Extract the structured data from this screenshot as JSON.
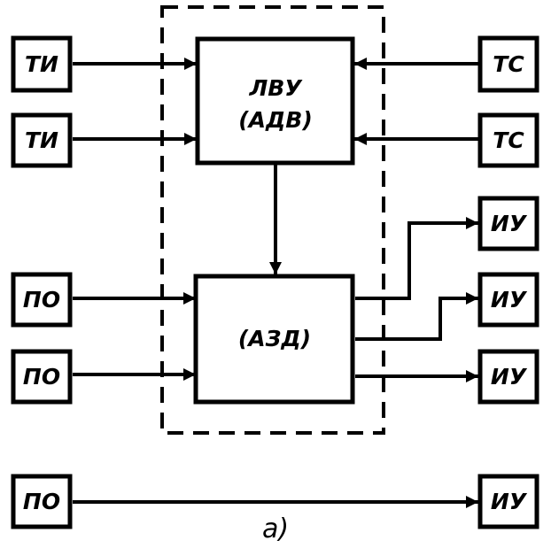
{
  "diagram": {
    "inputs_ti": [
      "ТИ",
      "ТИ"
    ],
    "inputs_ts": [
      "ТС",
      "ТС"
    ],
    "inputs_po": [
      "ПО",
      "ПО",
      "ПО"
    ],
    "outputs_iu": [
      "ИУ",
      "ИУ",
      "ИУ",
      "ИУ"
    ],
    "block_top": {
      "line1": "ЛВУ",
      "line2": "(АДВ)"
    },
    "block_bottom": {
      "label": "(АЗД)"
    },
    "caption": "а)"
  }
}
